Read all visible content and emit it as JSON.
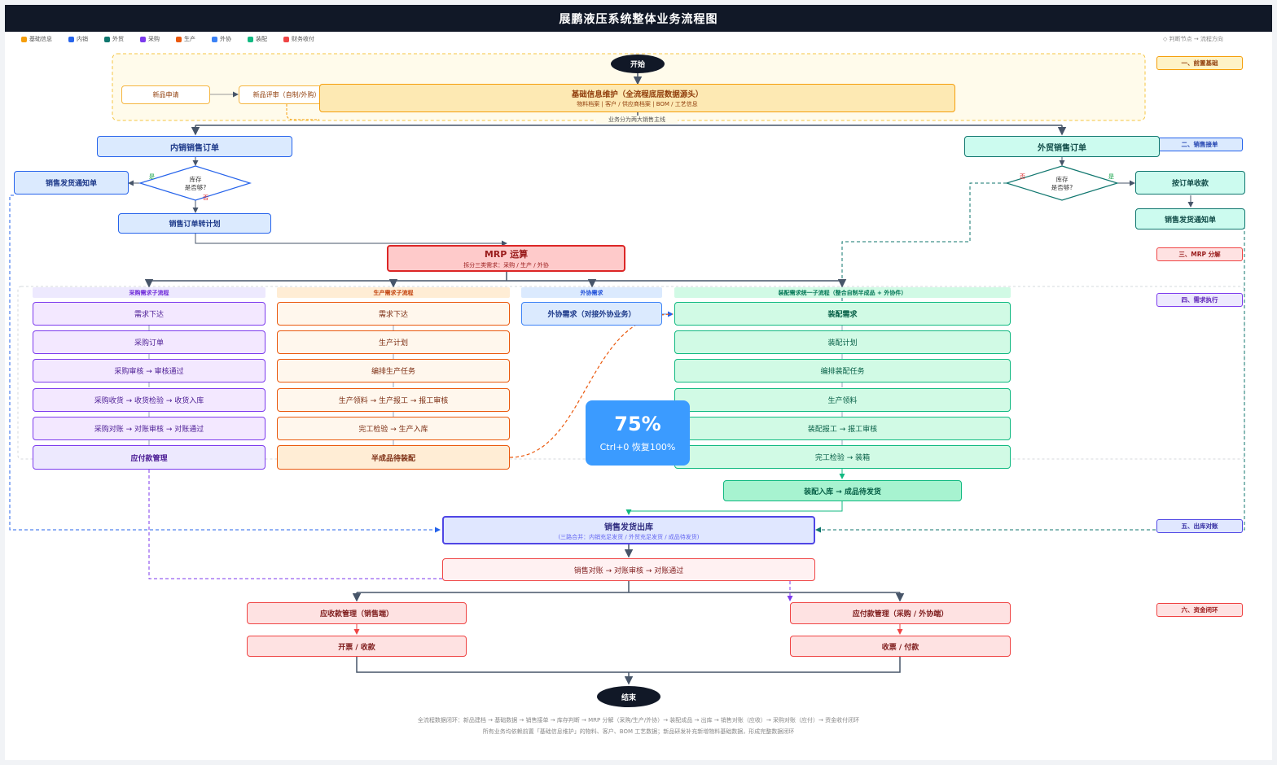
{
  "title": "展鹏液压系统整体业务流程图",
  "legend": [
    {
      "label": "基础信息",
      "color": "#f59e0b"
    },
    {
      "label": "内销",
      "color": "#2563eb"
    },
    {
      "label": "外贸",
      "color": "#0f766e"
    },
    {
      "label": "采购",
      "color": "#7c3aed"
    },
    {
      "label": "生产",
      "color": "#ea580c"
    },
    {
      "label": "外协",
      "color": "#3b82f6"
    },
    {
      "label": "装配",
      "color": "#10b981"
    },
    {
      "label": "财务收付",
      "color": "#ef4444"
    }
  ],
  "legend_note": "◇ 判断节点 → 流程方向",
  "start": "开始",
  "end": "结束",
  "stages": [
    "一、前置基础",
    "二、销售接单",
    "三、MRP 分解",
    "四、需求执行",
    "五、出库对账",
    "六、资金闭环"
  ],
  "prep": {
    "new_apply": "新品申请",
    "new_review": "新品评审（自制/外购）",
    "base_title": "基础信息维护（全流程底层数据源头）",
    "base_sub": "物料档案 | 客户 / 供应商档案 | BOM / 工艺信息",
    "split_label": "业务分为两大销售主线"
  },
  "domestic": {
    "order": "内销销售订单",
    "decision": "库存\n是否够?",
    "yes": "是",
    "no": "否",
    "notice": "销售发货通知单",
    "to_plan": "销售订单转计划"
  },
  "foreign": {
    "order": "外贸销售订单",
    "decision": "库存\n是否够?",
    "yes": "是",
    "no": "否",
    "receipt": "按订单收款",
    "notice": "销售发货通知单"
  },
  "mrp": {
    "title": "MRP 运算",
    "sub": "拆分三类需求：采购 / 生产 / 外协"
  },
  "purchase": {
    "header": "采购需求子流程",
    "steps": [
      "需求下达",
      "采购订单",
      "采购审核 → 审核通过",
      "采购收货 → 收货检验 → 收货入库",
      "采购对账 → 对账审核 → 对账通过"
    ],
    "final": "应付款管理"
  },
  "production": {
    "header": "生产需求子流程",
    "steps": [
      "需求下达",
      "生产计划",
      "编排生产任务",
      "生产领料 → 生产报工 → 报工审核",
      "完工检验 → 生产入库"
    ],
    "final": "半成品待装配"
  },
  "outsource": {
    "header": "外协需求",
    "step": "外协需求（对接外协业务）"
  },
  "assembly": {
    "header": "装配需求统一子流程（整合自制半成品 + 外协件）",
    "steps": [
      "装配需求",
      "装配计划",
      "编排装配任务",
      "生产领料",
      "装配报工 → 报工审核",
      "完工检验 → 装箱"
    ],
    "final": "装配入库 → 成品待发货"
  },
  "shipping": {
    "title": "销售发货出库",
    "sub": "(三路合并：内销充足发货 / 外贸充足发货 / 成品待发货)"
  },
  "recon": "销售对账 → 对账审核 → 对账通过",
  "receivable": {
    "title": "应收款管理（销售端）",
    "next": "开票 / 收款"
  },
  "payable": {
    "title": "应付款管理（采购 / 外协端）",
    "next": "收票 / 付款"
  },
  "zoom": {
    "percent": "75%",
    "hint": "Ctrl+0 恢复100%"
  },
  "footer": [
    "全流程数据闭环：新品建档 → 基础数据 → 销售接单 → 库存判断 → MRP 分解（采购/生产/外协）→ 装配成品 → 出库 → 销售对账（应收）→ 采购对账（应付）→ 资金收付闭环",
    "所有业务均依赖前置「基础信息维护」的物料、客户、BOM 工艺数据；新品研发补充新增物料基础数据，形成完整数据闭环"
  ]
}
